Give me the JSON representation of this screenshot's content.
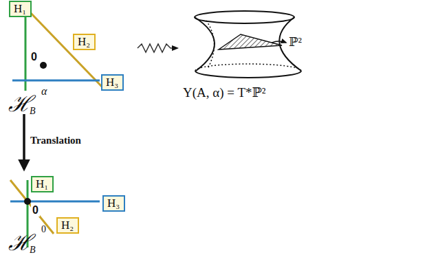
{
  "diagram": {
    "nodes": [
      {
        "text": [
          "H₁"
        ]
      },
      {
        "text": [
          "H₂"
        ]
      },
      {
        "text": [
          "H₃"
        ]
      },
      {
        "text": [
          "H₁"
        ]
      },
      {
        "text": [
          "H₃"
        ]
      },
      {
        "text": [
          "H₂"
        ]
      }
    ],
    "labels": [
      "0",
      "ℋ",
      "α",
      "B",
      "ℙ²",
      "Y(A, α) = T*ℙ²",
      "Translation",
      "0",
      "ℋ",
      "0",
      "B"
    ]
  }
}
